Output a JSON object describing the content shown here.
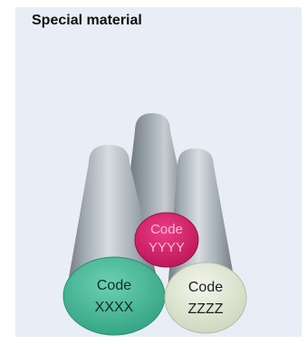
{
  "title": "Special material",
  "conductors": [
    {
      "id": "top",
      "code_label": "Code",
      "code_value": "YYYY",
      "color": "#d81e6a"
    },
    {
      "id": "left",
      "code_label": "Code",
      "code_value": "XXXX",
      "color": "#3fb493"
    },
    {
      "id": "right",
      "code_label": "Code",
      "code_value": "ZZZZ",
      "color": "#dfe6d1"
    }
  ]
}
